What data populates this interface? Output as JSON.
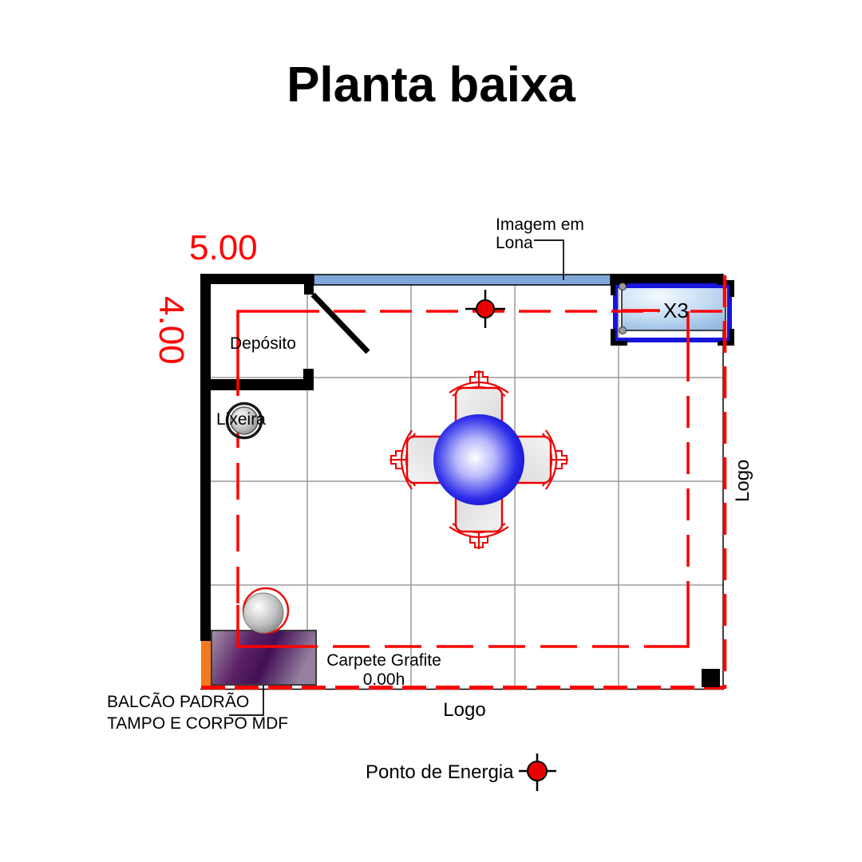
{
  "title": "Planta baixa",
  "dimensions": {
    "width_label": "5.00",
    "height_label": "4.00"
  },
  "rooms": {
    "deposito": "Depósito"
  },
  "labels": {
    "lixeira": "Lixeira",
    "imagem_line1": "Imagem em",
    "imagem_line2": "Lona",
    "x3": "X3",
    "carpete_line1": "Carpete Grafite",
    "carpete_line2": "0.00h",
    "logo_bottom": "Logo",
    "logo_right": "Logo",
    "balcao_line1": "BALCÃO PADRÃO",
    "balcao_line2": "TAMPO E CORPO MDF",
    "ponto_energia": "Ponto de Energia"
  },
  "colors": {
    "dimension_red": "#ff0000",
    "banner_blue": "#7fa8d9",
    "frame_blue": "#1616dd",
    "wall_black": "#000000",
    "orange_strip": "#f2791e",
    "counter_purple": "#5a1a64",
    "table_blue": "#1010e0",
    "grid_gray": "#9b9b9b"
  }
}
